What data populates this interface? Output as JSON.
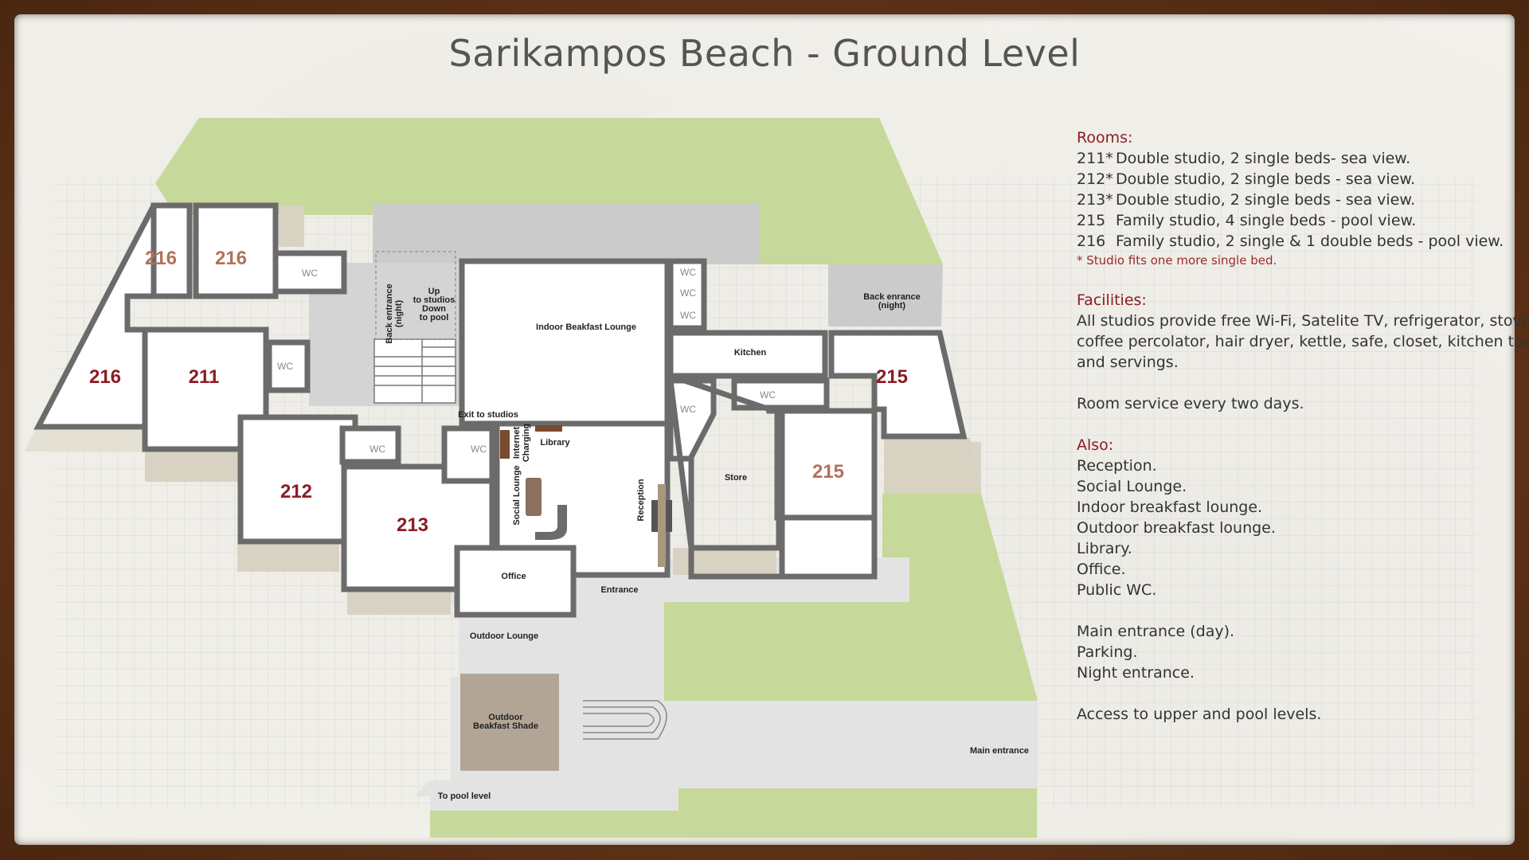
{
  "title": "Sarikampos Beach - Ground Level",
  "colors": {
    "frame": "#5c3218",
    "paper": "#f2f0ea",
    "lawn": "#c6d99a",
    "paving": "#cbcbcb",
    "floor": "#ffffff",
    "wall": "#6b6b6b",
    "room_red": "#8b1d24",
    "room_light": "#b5705a",
    "heading_red": "#8b1d24"
  },
  "legend": {
    "rooms_heading": "Rooms:",
    "rooms": [
      {
        "num": "211*",
        "desc": "Double studio, 2 single beds- sea view."
      },
      {
        "num": "212*",
        "desc": "Double studio, 2 single beds - sea view."
      },
      {
        "num": "213*",
        "desc": "Double studio, 2 single beds - sea view."
      },
      {
        "num": "215",
        "desc": "Family studio, 4 single beds - pool view."
      },
      {
        "num": "216",
        "desc": "Family studio, 2 single & 1 double beds - pool view."
      }
    ],
    "rooms_note": "* Studio fits one more single bed.",
    "facilities_heading": "Facilities:",
    "facilities_lines": [
      "All studios provide free Wi-Fi, Satelite TV, refrigerator, stove,",
      "coffee percolator, hair dryer, kettle, safe, closet, kitchen tools",
      "and servings."
    ],
    "room_service": "Room service every two days.",
    "also_heading": "Also:",
    "also_items": [
      "Reception.",
      "Social Lounge.",
      "Indoor breakfast lounge.",
      "Outdoor breakfast lounge.",
      "Library.",
      "Office.",
      "Public WC."
    ],
    "entrance_items": [
      "Main entrance (day).",
      "Parking.",
      "Night entrance."
    ],
    "access": "Access to upper and pool levels."
  },
  "plan": {
    "rooms": {
      "r216a": "216",
      "r216b": "216",
      "r216c": "216",
      "r211": "211",
      "r212": "212",
      "r213": "213",
      "r215a": "215",
      "r215b": "215"
    },
    "wc": "WC",
    "labels": {
      "indoor_lounge": "Indoor Beakfast Lounge",
      "kitchen": "Kitchen",
      "store": "Store",
      "office": "Office",
      "entrance": "Entrance",
      "outdoor_lounge": "Outdoor Lounge",
      "outdoor_shade_1": "Outdoor",
      "outdoor_shade_2": "Beakfast Shade",
      "main_entrance": "Main entrance",
      "to_pool": "To  pool  level",
      "back_entrance_1": "Back enrance",
      "back_entrance_2": "(night)",
      "back_entrance_v1": "Back entrance",
      "back_entrance_v2": "(night)",
      "up_1": "Up",
      "up_2": "to studios",
      "up_3": "Down",
      "up_4": "to pool",
      "exit_studios": "Exit to studios",
      "library": "Library",
      "internet_1": "Internet",
      "internet_2": "Charging",
      "social_lounge": "Social Lounge",
      "reception": "Reception"
    }
  }
}
